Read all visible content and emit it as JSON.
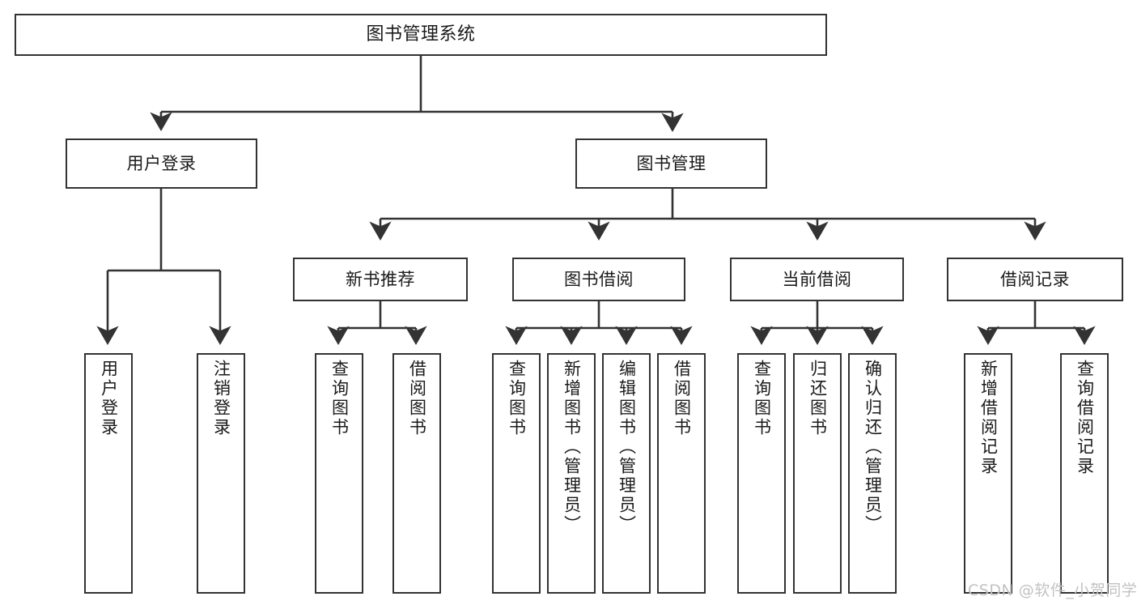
{
  "diagram": {
    "title": "图书管理系统",
    "type": "tree-structure-chart",
    "watermark": "CSDN @软件_小贺同学",
    "colors": {
      "box_border": "#333333",
      "box_fill": "#ffffff",
      "edge": "#333333",
      "text": "#1a1a1a",
      "watermark": "#c2c2c2",
      "background": "#ffffff"
    },
    "nodes": {
      "root": {
        "label": "图书管理系统"
      },
      "level2": [
        {
          "id": "user-login",
          "label": "用户登录"
        },
        {
          "id": "book-manage",
          "label": "图书管理"
        }
      ],
      "level3": [
        {
          "id": "new-book-recommend",
          "label": "新书推荐"
        },
        {
          "id": "book-borrow",
          "label": "图书借阅"
        },
        {
          "id": "current-borrow",
          "label": "当前借阅"
        },
        {
          "id": "borrow-record",
          "label": "借阅记录"
        }
      ],
      "leaves": {
        "user-login": [
          {
            "id": "leaf-user-login",
            "label": "用户登录"
          },
          {
            "id": "leaf-user-logout",
            "label": "注销登录"
          }
        ],
        "new-book-recommend": [
          {
            "id": "leaf-query-book-1",
            "label": "查询图书"
          },
          {
            "id": "leaf-borrow-book-1",
            "label": "借阅图书"
          }
        ],
        "book-borrow": [
          {
            "id": "leaf-query-book-2",
            "label": "查询图书"
          },
          {
            "id": "leaf-add-book",
            "label": "新增图书（管理员）"
          },
          {
            "id": "leaf-edit-book",
            "label": "编辑图书（管理员）"
          },
          {
            "id": "leaf-borrow-book-2",
            "label": "借阅图书"
          }
        ],
        "current-borrow": [
          {
            "id": "leaf-query-book-3",
            "label": "查询图书"
          },
          {
            "id": "leaf-return-book",
            "label": "归还图书"
          },
          {
            "id": "leaf-confirm-return",
            "label": "确认归还（管理员）"
          }
        ],
        "borrow-record": [
          {
            "id": "leaf-add-record",
            "label": "新增借阅记录"
          },
          {
            "id": "leaf-query-record",
            "label": "查询借阅记录"
          }
        ]
      }
    }
  }
}
